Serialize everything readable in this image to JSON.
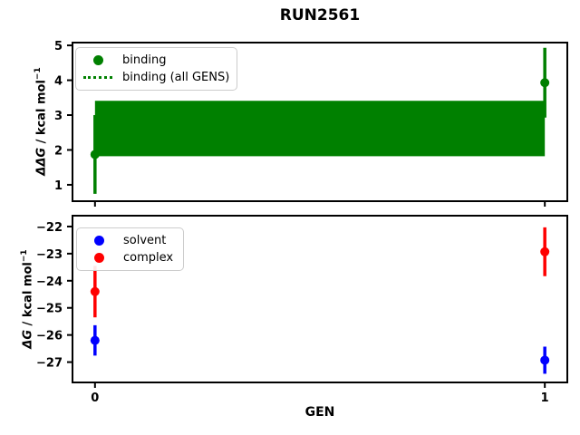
{
  "figure": {
    "title": "RUN2561"
  },
  "chart_data": [
    {
      "type": "scatter",
      "name": "binding-free-energy-per-gen",
      "ylabel": {
        "math": "ΔΔG",
        "rest": " / kcal mol",
        "sup": "−1"
      },
      "xlim": [
        -0.05,
        1.05
      ],
      "ylim": [
        0.53,
        5.08
      ],
      "xticks": [
        0,
        1
      ],
      "xticklabels": [
        "",
        ""
      ],
      "yticks": [
        1,
        2,
        3,
        4,
        5
      ],
      "yticklabels": [
        "1",
        "2",
        "3",
        "4",
        "5"
      ],
      "grid": false,
      "legend_position": "upper left",
      "series": [
        {
          "name": "binding",
          "color": "#008000",
          "marker": "circle",
          "x": [
            0,
            1
          ],
          "y": [
            1.87,
            3.93
          ],
          "yerr": [
            1.13,
            1.0
          ]
        }
      ],
      "band": {
        "name": "binding (all GENS)",
        "color": "#008000",
        "x": [
          0,
          1
        ],
        "center": 2.61,
        "low": 1.82,
        "high": 3.41,
        "line_style": "dotted"
      },
      "legend": {
        "items": [
          {
            "label": "binding",
            "marker": "dot",
            "color": "#008000"
          },
          {
            "label": "binding (all GENS)",
            "marker": "dotted-line",
            "color": "#008000"
          }
        ]
      }
    },
    {
      "type": "scatter",
      "name": "solvent-complex-free-energy-per-gen",
      "xlabel": "GEN",
      "ylabel": {
        "math": "ΔG",
        "rest": " / kcal mol",
        "sup": "−1"
      },
      "xlim": [
        -0.05,
        1.05
      ],
      "ylim": [
        -27.75,
        -21.6
      ],
      "xticks": [
        0,
        1
      ],
      "xticklabels": [
        "0",
        "1"
      ],
      "yticks": [
        -22,
        -23,
        -24,
        -25,
        -26,
        -27
      ],
      "yticklabels": [
        "−22",
        "−23",
        "−24",
        "−25",
        "−26",
        "−27"
      ],
      "grid": false,
      "legend_position": "upper left",
      "series": [
        {
          "name": "solvent",
          "color": "#0000ff",
          "marker": "circle",
          "x": [
            0,
            1
          ],
          "y": [
            -26.2,
            -26.93
          ],
          "yerr": [
            0.56,
            0.5
          ]
        },
        {
          "name": "complex",
          "color": "#ff0000",
          "marker": "circle",
          "x": [
            0,
            1
          ],
          "y": [
            -24.4,
            -22.93
          ],
          "yerr": [
            0.95,
            0.9
          ]
        }
      ],
      "legend": {
        "items": [
          {
            "label": "solvent",
            "marker": "dot",
            "color": "#0000ff"
          },
          {
            "label": "complex",
            "marker": "dot",
            "color": "#ff0000"
          }
        ]
      }
    }
  ]
}
